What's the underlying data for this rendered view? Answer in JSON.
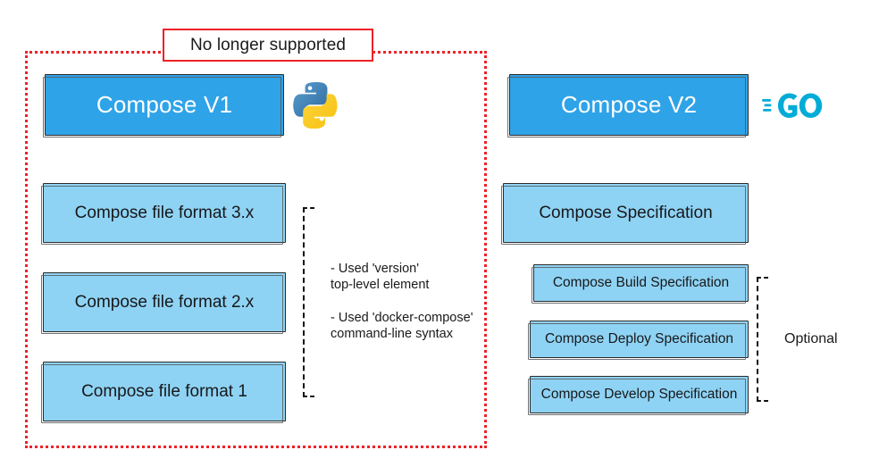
{
  "diagram": {
    "deprecated_region": {
      "label": "No longer supported",
      "border_color": "#ec2227"
    },
    "left_column": {
      "header": {
        "label": "Compose V1",
        "fill": "#2fa3e8",
        "text_color": "#ffffff",
        "logo": "python-logo"
      },
      "items": [
        {
          "label": "Compose file format 3.x",
          "fill": "#8fd3f4"
        },
        {
          "label": "Compose file format 2.x",
          "fill": "#8fd3f4"
        },
        {
          "label": "Compose file format 1",
          "fill": "#8fd3f4"
        }
      ],
      "annotation_lines": [
        "- Used 'version'\n   top-level element",
        "- Used 'docker-compose'\n   command-line syntax"
      ]
    },
    "right_column": {
      "header": {
        "label": "Compose V2",
        "fill": "#2fa3e8",
        "text_color": "#ffffff",
        "logo": "go-logo"
      },
      "spec": {
        "label": "Compose Specification",
        "fill": "#8fd3f4"
      },
      "sub_specs": [
        {
          "label": "Compose Build Specification",
          "fill": "#8fd3f4"
        },
        {
          "label": "Compose Deploy Specification",
          "fill": "#8fd3f4"
        },
        {
          "label": "Compose Develop Specification",
          "fill": "#8fd3f4"
        }
      ],
      "bracket_label": "Optional"
    }
  }
}
